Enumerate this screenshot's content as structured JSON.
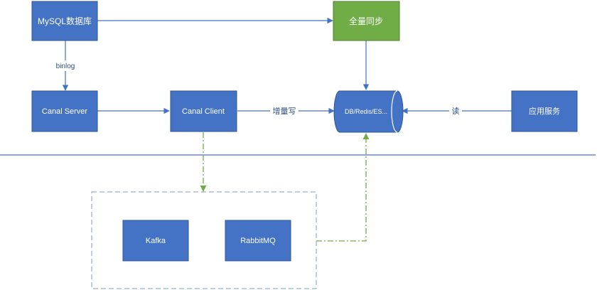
{
  "nodes": {
    "mysql": "MySQL数据库",
    "full_sync": "全量同步",
    "canal_server": "Canal Server",
    "canal_client": "Canal Client",
    "storage": "DB/Redis/ES...",
    "app_service": "应用服务",
    "kafka": "Kafka",
    "rabbitmq": "RabbitMQ"
  },
  "edges": {
    "binlog": "binlog",
    "incremental_write": "增量写",
    "read": "读"
  },
  "colors": {
    "node_blue": "#4472C4",
    "node_green": "#70AD47",
    "arrow_blue": "#4472C4",
    "arrow_green": "#70AD47",
    "container_border": "#7F9CC0"
  }
}
